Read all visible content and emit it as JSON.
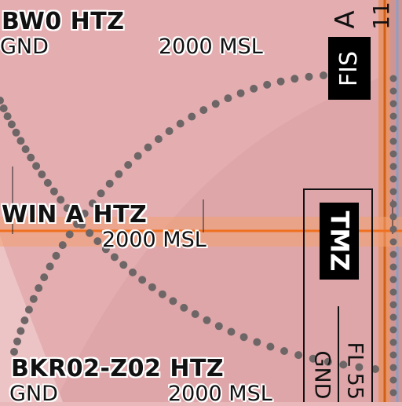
{
  "zones": [
    {
      "name": "BW0 HTZ",
      "lower": "GND",
      "upper": "2000 MSL"
    },
    {
      "name": "WIN A HTZ",
      "upper": "2000 MSL"
    },
    {
      "name": "BKR02-Z02 HTZ",
      "lower": "GND",
      "upper": "2000 MSL"
    }
  ],
  "badges": {
    "fis": "FIS",
    "tmz": "TMZ"
  },
  "tmz_box": {
    "lower": "GND",
    "upper": "FL 55"
  },
  "edge_labels": {
    "top": "A",
    "top_freq": "11"
  },
  "colors": {
    "fill_base": "#e9b8ba",
    "fill_zone": "#dfa3a6",
    "dots": "#6e6666",
    "orange_line": "#f07020",
    "orange_band": "#f2a070",
    "blue_edge": "#8aa0c8"
  }
}
